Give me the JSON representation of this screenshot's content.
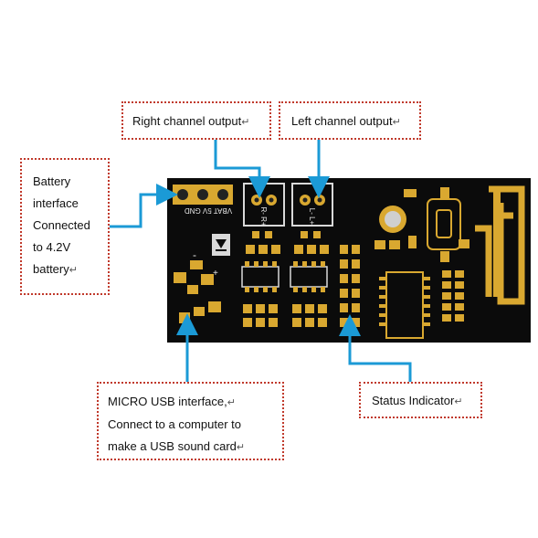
{
  "callouts": {
    "right_channel": {
      "text": "Right channel output"
    },
    "left_channel": {
      "text": "Left channel output"
    },
    "battery": {
      "line1": "Battery",
      "line2": "interface",
      "line3": "Connected",
      "line4a": "to",
      "line4b": "4.2V",
      "line5": "battery"
    },
    "usb": {
      "line1": "MICRO USB interface,",
      "line2": "Connect to a computer to",
      "line3": "make a USB sound card"
    },
    "status": {
      "text": "Status Indicator"
    }
  },
  "board": {
    "silkscreen": {
      "power_pins": "VBAT 5V GND",
      "right_pins": "R- R+",
      "left_pins": "L- L+",
      "plus": "+",
      "minus": "-"
    }
  },
  "colors": {
    "board": "#0b0b0b",
    "copper": "#d9a830",
    "callout_border": "#c0392b",
    "arrow": "#1b9ad6"
  },
  "return_mark": "↵"
}
